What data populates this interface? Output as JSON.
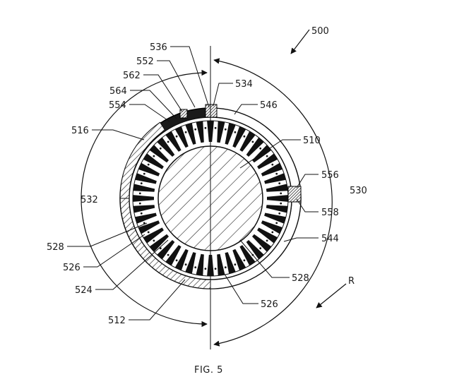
{
  "figure": {
    "caption": "FIG. 5",
    "ref_numerals": {
      "n500": "500",
      "n510": "510",
      "n512": "512",
      "n516": "516",
      "n524": "524",
      "n526a": "526",
      "n526b": "526",
      "n528a": "528",
      "n528b": "528",
      "n530": "530",
      "n532": "532",
      "n534": "534",
      "n536": "536",
      "n544": "544",
      "n546": "546",
      "n552": "552",
      "n554": "554",
      "n556": "556",
      "n558": "558",
      "n562": "562",
      "n564": "564",
      "nR": "R"
    }
  }
}
